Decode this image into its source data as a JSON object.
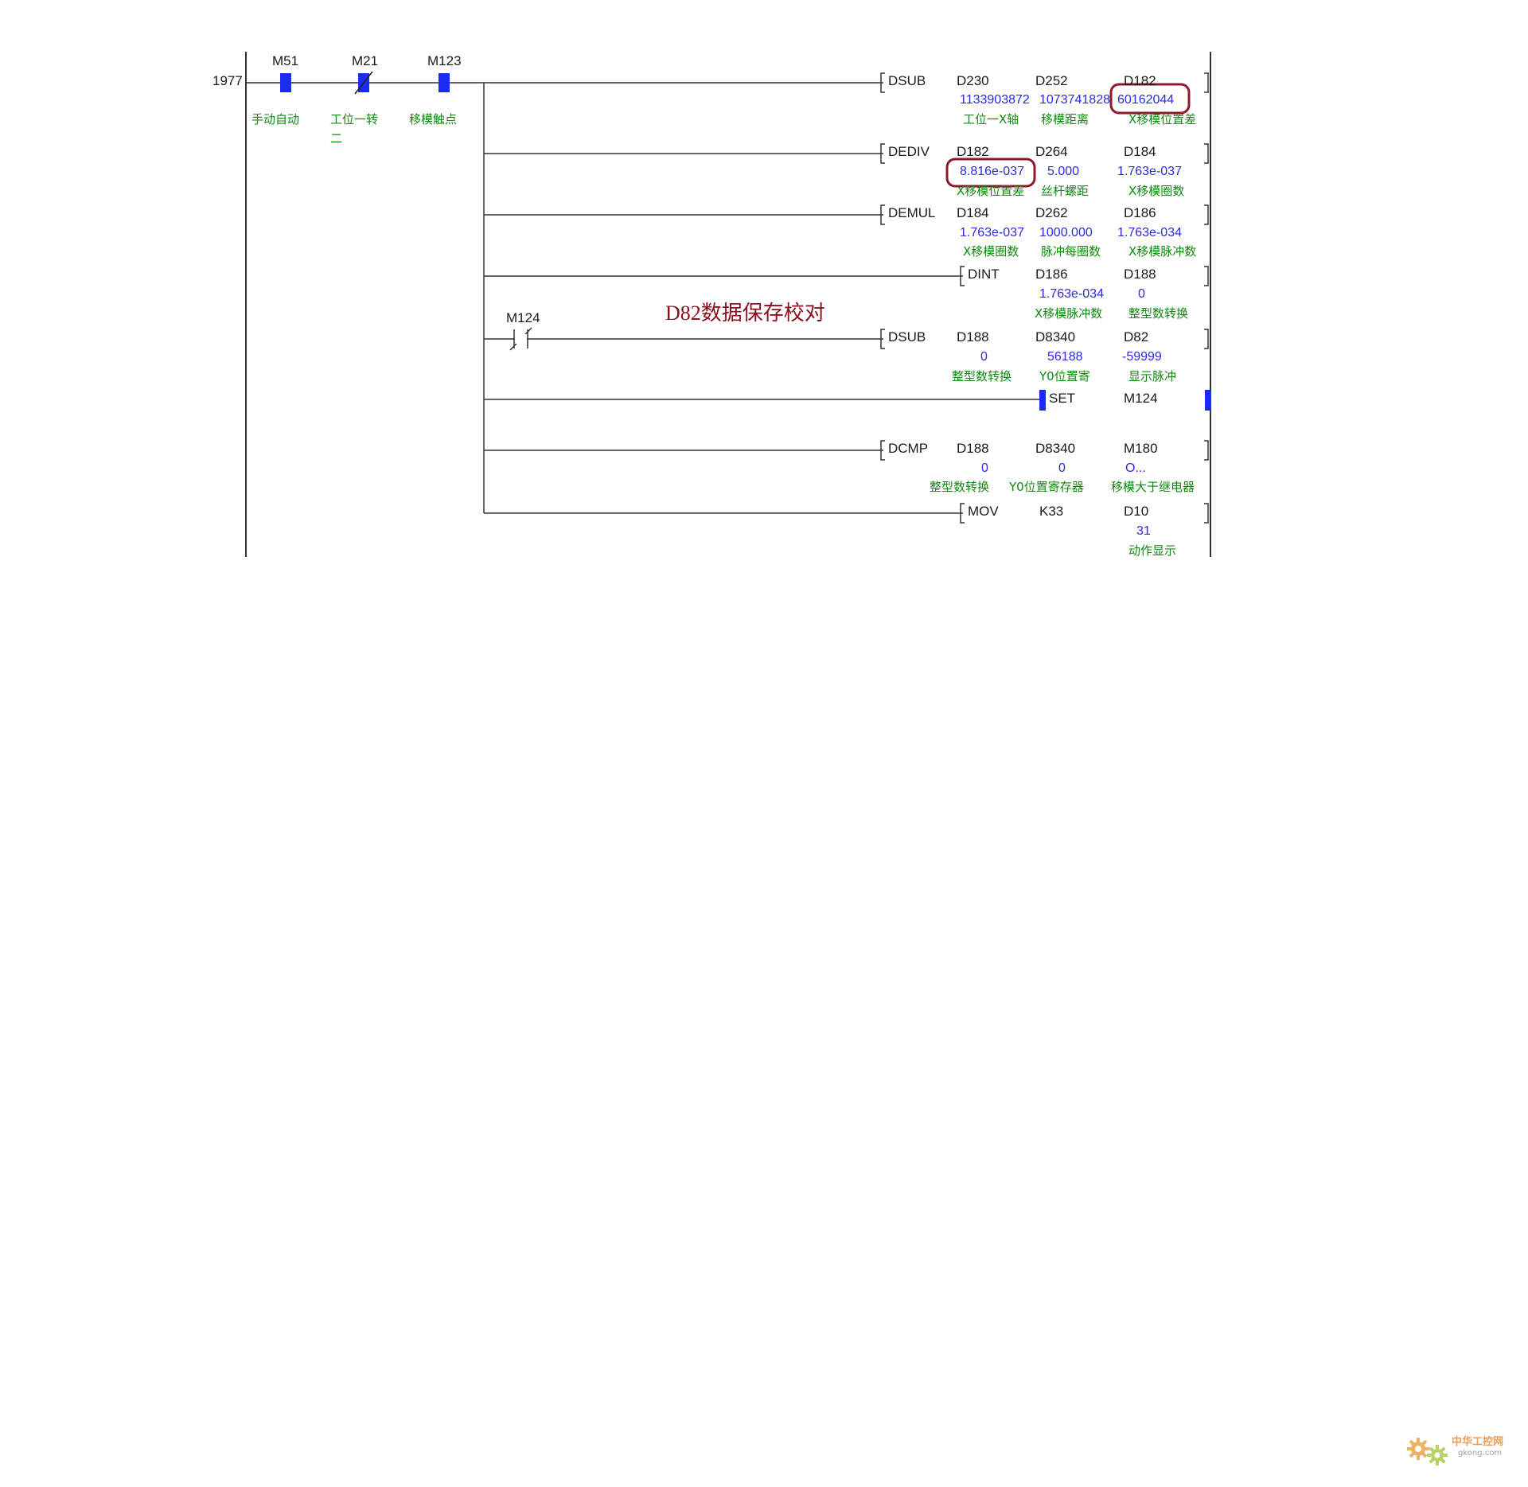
{
  "rung_number": "1977",
  "contacts": [
    {
      "device": "M51",
      "comment": "手动自动"
    },
    {
      "device": "M21",
      "comment": "工位一转",
      "comment2": "二"
    },
    {
      "device": "M123",
      "comment": "移模触点"
    },
    {
      "device": "M124"
    }
  ],
  "instructions": [
    {
      "op": "DSUB",
      "ops": [
        {
          "dev": "D230",
          "val": "1133903872",
          "cmt": "工位一X轴"
        },
        {
          "dev": "D252",
          "val": "1073741828",
          "cmt": "移模距离"
        },
        {
          "dev": "D182",
          "val": "60162044",
          "cmt": "X移模位置差"
        }
      ]
    },
    {
      "op": "DEDIV",
      "ops": [
        {
          "dev": "D182",
          "val": "8.816e-037",
          "cmt": "X移模位置差"
        },
        {
          "dev": "D264",
          "val": "5.000",
          "cmt": "丝杆螺距"
        },
        {
          "dev": "D184",
          "val": "1.763e-037",
          "cmt": "X移模圈数"
        }
      ]
    },
    {
      "op": "DEMUL",
      "ops": [
        {
          "dev": "D184",
          "val": "1.763e-037",
          "cmt": "X移模圈数"
        },
        {
          "dev": "D262",
          "val": "1000.000",
          "cmt": "脉冲每圈数"
        },
        {
          "dev": "D186",
          "val": "1.763e-034",
          "cmt": "X移模脉冲数"
        }
      ]
    },
    {
      "op": "DINT",
      "ops": [
        {
          "dev": "D186",
          "val": "1.763e-034",
          "cmt": "X移模脉冲数"
        },
        {
          "dev": "D188",
          "val": "0",
          "cmt": "整型数转换"
        }
      ]
    },
    {
      "op": "DSUB",
      "ops": [
        {
          "dev": "D188",
          "val": "0",
          "cmt": "整型数转换"
        },
        {
          "dev": "D8340",
          "val": "56188",
          "cmt": "Y0位置寄"
        },
        {
          "dev": "D82",
          "val": "-59999",
          "cmt": "显示脉冲"
        }
      ]
    },
    {
      "op": "SET",
      "ops": [
        {
          "dev": "M124"
        }
      ]
    },
    {
      "op": "DCMP",
      "ops": [
        {
          "dev": "D188",
          "val": "0",
          "cmt": "整型数转换"
        },
        {
          "dev": "D8340",
          "val": "0",
          "cmt": "Y0位置寄存器"
        },
        {
          "dev": "M180",
          "val": "O...",
          "cmt": "移模大于继电器"
        }
      ]
    },
    {
      "op": "MOV",
      "ops": [
        {
          "dev": "K33"
        },
        {
          "dev": "D10",
          "val": "31",
          "cmt": "动作显示"
        }
      ]
    }
  ],
  "annotation": "D82数据保存校对",
  "colors": {
    "wire": "#333333",
    "contact": "#1a2af0",
    "highlight": "#8b1a2b",
    "comment": "#108a10",
    "value": "#2a2ae0"
  },
  "watermark": {
    "cn": "中华工控网",
    "url": "gkong.com"
  }
}
